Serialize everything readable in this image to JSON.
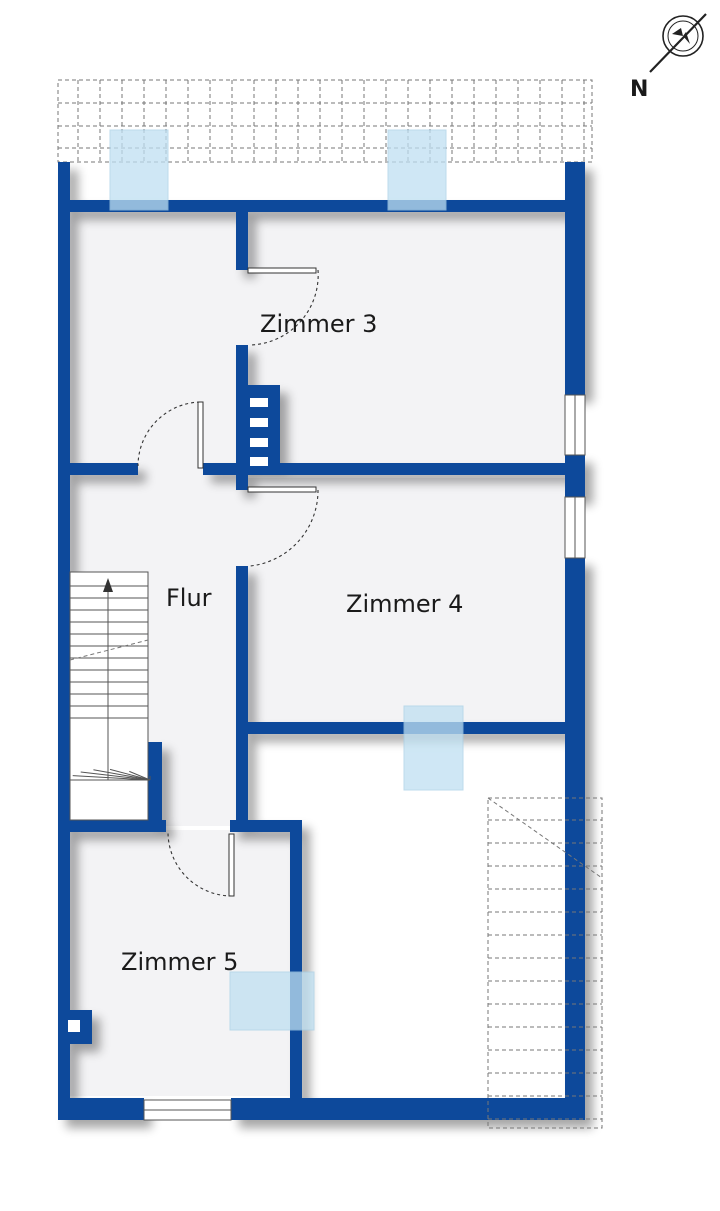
{
  "compass": {
    "label": "N",
    "icon": "compass-icon"
  },
  "rooms": {
    "zimmer3": "Zimmer 3",
    "zimmer4": "Zimmer 4",
    "zimmer5": "Zimmer 5",
    "flur": "Flur"
  },
  "colors": {
    "wall": "#0b4a9b",
    "floor": "#f3f3f5",
    "skylight": "#bfe0f2"
  }
}
